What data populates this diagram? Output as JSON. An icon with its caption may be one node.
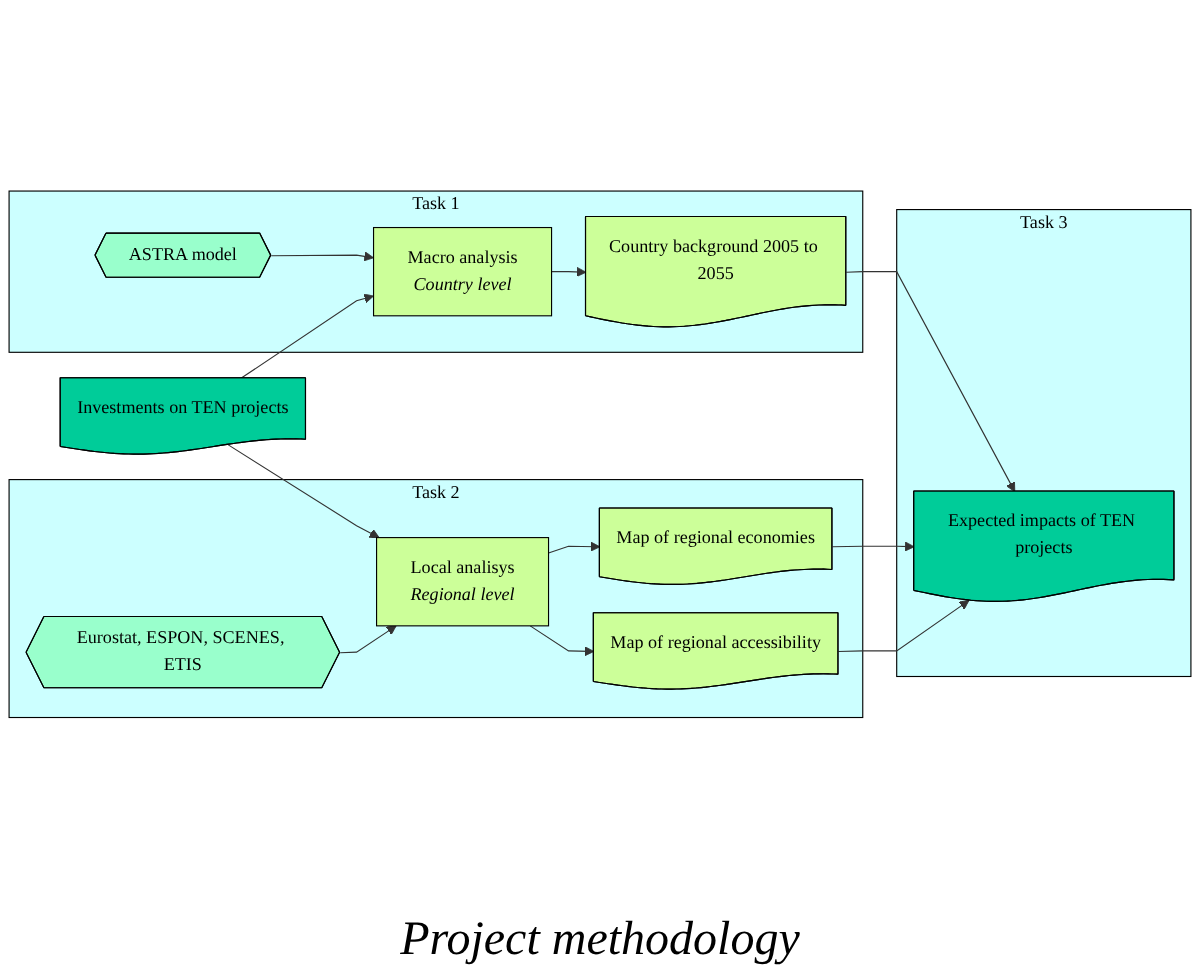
{
  "diagram": {
    "caption": "Project methodology",
    "nodes": [
      {
        "text": [
          "Investments on TEN projects"
        ]
      },
      {
        "text": [
          "Task 1"
        ]
      },
      {
        "text": [
          "ASTRA model"
        ],
        "in": 1
      },
      {
        "text": [
          "Macro analysis",
          "Country level"
        ],
        "in": 1
      },
      {
        "text": [
          "Country background 2005 to 2055"
        ],
        "in": 1
      },
      {
        "text": [
          "Task 2"
        ]
      },
      {
        "text": [
          "Local analisys",
          "Regional level"
        ],
        "in": 5
      },
      {
        "text": [
          "Map of regional economies"
        ],
        "in": 5
      },
      {
        "text": [
          "Map of regional accessibility"
        ],
        "in": 5
      },
      {
        "text": [
          "Eurostat, ESPON, SCENES, ETIS"
        ],
        "in": 5
      },
      {
        "text": [
          "Task 3"
        ]
      },
      {
        "text": [
          "Expected impacts of TEN projects"
        ],
        "in": 10
      }
    ],
    "edges": [
      {
        "from": 2,
        "to": 3,
        "arrow": "to"
      },
      {
        "from": 0,
        "to": 3,
        "arrow": "to"
      },
      {
        "from": 3,
        "to": 4,
        "arrow": "to"
      },
      {
        "from": 0,
        "to": 6,
        "arrow": "to"
      },
      {
        "from": 9,
        "to": 6,
        "arrow": "to"
      },
      {
        "from": 6,
        "to": 7,
        "arrow": "to"
      },
      {
        "from": 6,
        "to": 8,
        "arrow": "to"
      },
      {
        "from": 4,
        "to": 11,
        "arrow": "to"
      },
      {
        "from": 7,
        "to": 11,
        "arrow": "to"
      },
      {
        "from": 8,
        "to": 11,
        "arrow": "to"
      }
    ]
  }
}
